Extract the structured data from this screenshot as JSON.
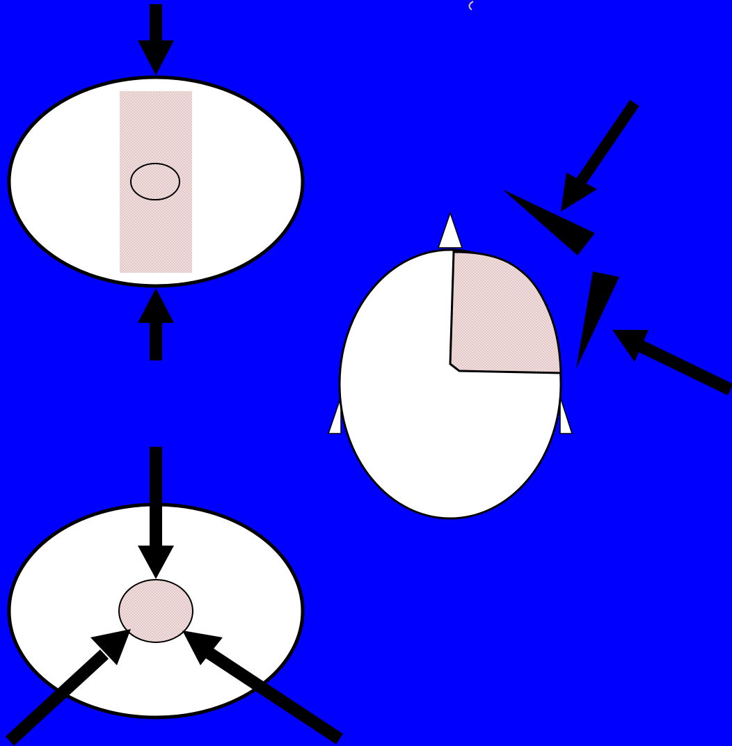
{
  "colors": {
    "background": "#0000ff",
    "outline": "#000000",
    "body_fill": "#ffffff",
    "target_fill": "#f3dede",
    "target_dots": "#c8a8a8",
    "arrow": "#000000",
    "highlight": "#e8d28a"
  },
  "panels": [
    {
      "name": "top-left-panel",
      "description_icons": [
        "ellipse-body",
        "rectangular-field",
        "small-ellipse-target",
        "opposed-vertical-arrows"
      ]
    },
    {
      "name": "bottom-left-panel",
      "description_icons": [
        "ellipse-body",
        "circular-target",
        "three-converging-arrows"
      ]
    },
    {
      "name": "right-panel",
      "description_icons": [
        "head-outline",
        "quadrant-target",
        "wedge-filters",
        "oblique-arrows"
      ]
    }
  ]
}
